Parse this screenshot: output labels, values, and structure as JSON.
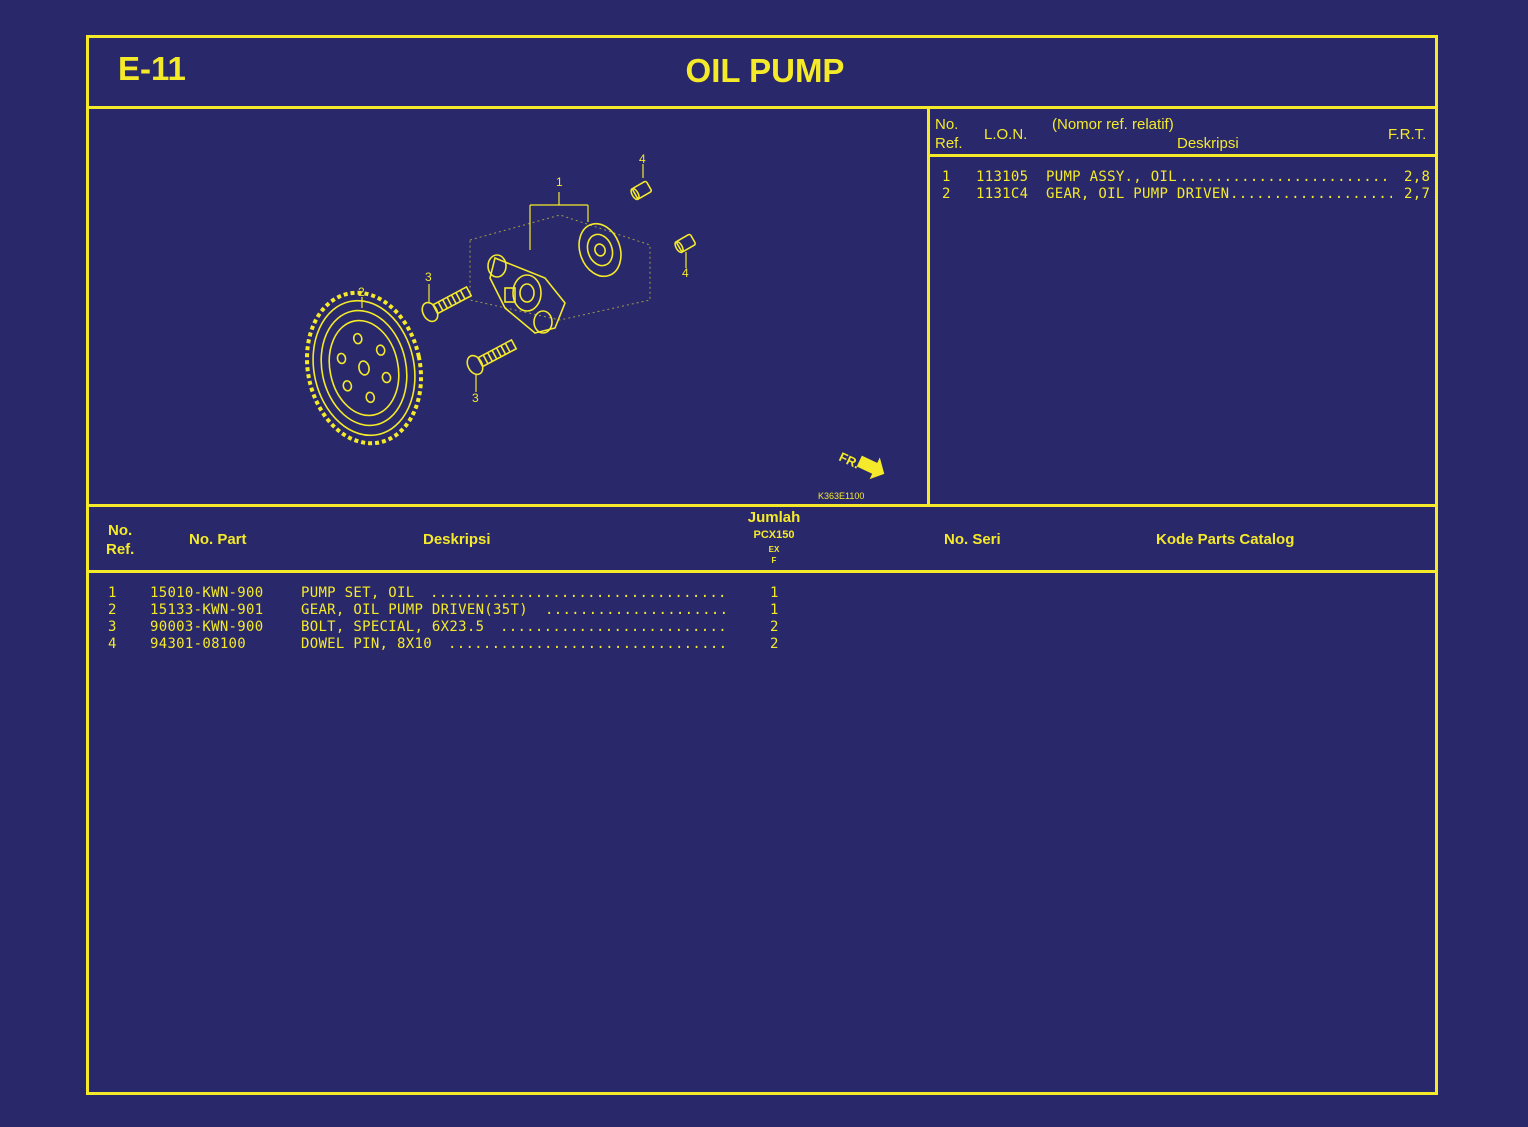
{
  "header": {
    "code": "E-11",
    "title": "OIL PUMP"
  },
  "diagram": {
    "callouts": [
      "1",
      "2",
      "3",
      "3",
      "4",
      "4"
    ],
    "front_label": "FR.",
    "image_code": "K363E1100"
  },
  "ref_table": {
    "headers": {
      "no": "No.",
      "ref": "Ref.",
      "lon": "L.O.N.",
      "relative": "(Nomor ref. relatif)",
      "desc": "Deskripsi",
      "frt": "F.R.T."
    },
    "rows": [
      {
        "no": "1",
        "lon": "113105",
        "desc": "PUMP ASSY., OIL",
        "frt": "2,8"
      },
      {
        "no": "2",
        "lon": "1131C4",
        "desc": "GEAR, OIL PUMP DRIVEN",
        "frt": "2,7"
      }
    ]
  },
  "parts_table": {
    "headers": {
      "no": "No.",
      "ref": "Ref.",
      "part": "No. Part",
      "desc": "Deskripsi",
      "qty": "Jumlah",
      "model": "PCX150",
      "model_sub1": "EX",
      "model_sub2": "F",
      "serial": "No. Seri",
      "catalog": "Kode Parts Catalog"
    },
    "rows": [
      {
        "no": "1",
        "part": "15010-KWN-900",
        "desc": "PUMP SET, OIL",
        "qty": "1"
      },
      {
        "no": "2",
        "part": "15133-KWN-901",
        "desc": "GEAR, OIL PUMP DRIVEN(35T)",
        "qty": "1"
      },
      {
        "no": "3",
        "part": "90003-KWN-900",
        "desc": "BOLT, SPECIAL, 6X23.5",
        "qty": "2"
      },
      {
        "no": "4",
        "part": "94301-08100",
        "desc": "DOWEL PIN, 8X10",
        "qty": "2"
      }
    ]
  },
  "colors": {
    "background": "#28286a",
    "foreground": "#f5ea2a"
  }
}
